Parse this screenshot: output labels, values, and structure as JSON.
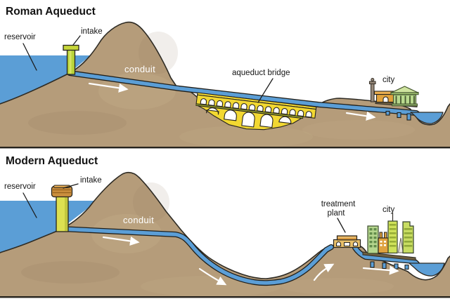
{
  "diagram": {
    "roman": {
      "title": "Roman Aqueduct",
      "labels": {
        "reservoir": "reservoir",
        "intake": "intake",
        "conduit": "conduit",
        "aqueduct_bridge": "aqueduct bridge",
        "city": "city"
      }
    },
    "modern": {
      "title": "Modern Aqueduct",
      "labels": {
        "reservoir": "reservoir",
        "intake": "intake",
        "conduit": "conduit",
        "treatment_line1": "treatment",
        "treatment_line2": "plant",
        "city": "city"
      }
    },
    "colors": {
      "sky": "#ffffff",
      "ground": "#b59c7a",
      "water": "#5b9ed6",
      "outline": "#2e2b24",
      "roman_intake_green": "#b9d43b",
      "modern_intake_tower": "#dde051",
      "modern_intake_cap": "#ca8e3d",
      "bridge_yellow": "#f2d832",
      "temple_green": "#b9da8e",
      "roman_building_orange": "#e2a23c",
      "treatment_plant_tan": "#e8c06a",
      "city_building_green": "#cfe25a",
      "flow_arrow": "#ffffff",
      "label_text": "#151515"
    }
  }
}
